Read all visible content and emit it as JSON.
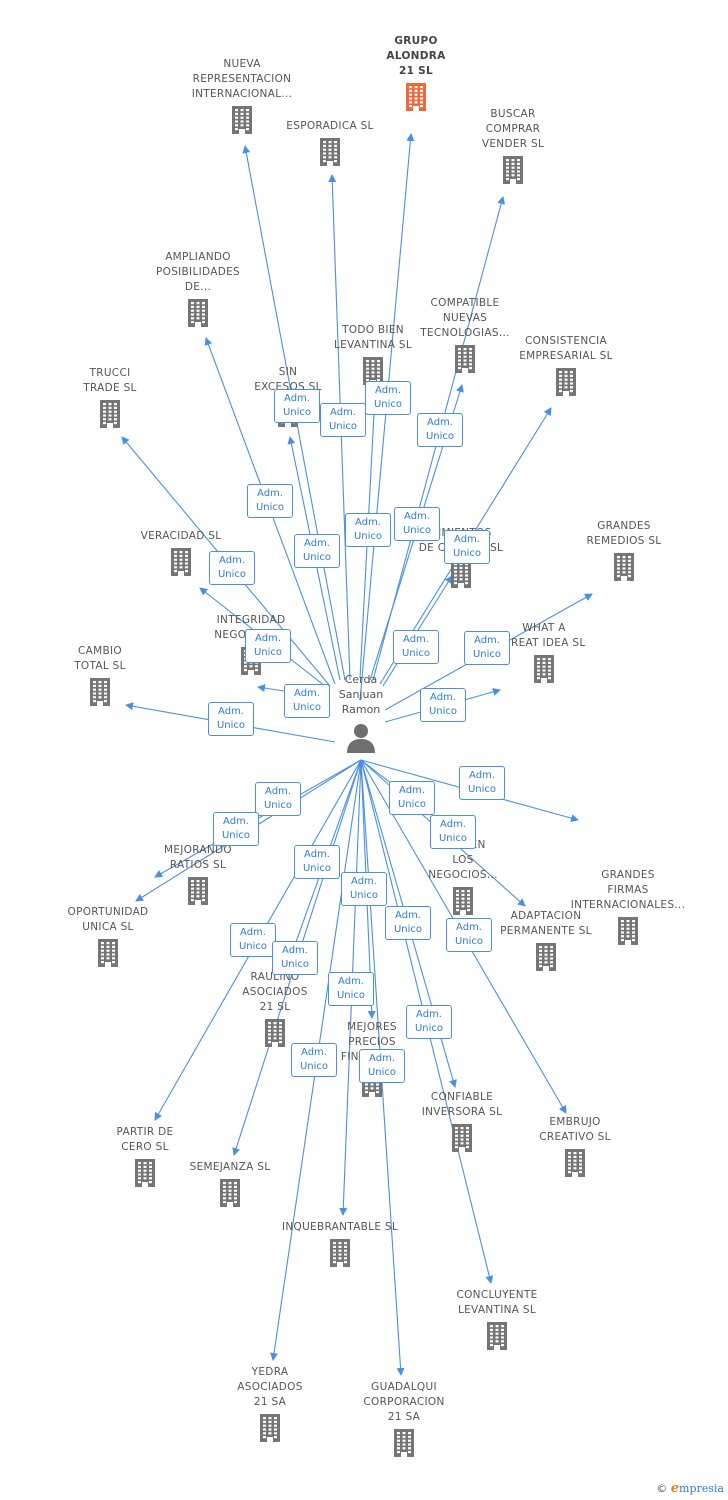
{
  "person": {
    "name_lines": [
      "Cerda",
      "Sanjuan",
      "Ramon"
    ],
    "icon": "person-icon"
  },
  "role_label": [
    "Adm.",
    "Unico"
  ],
  "colors": {
    "edge": "#4a90e2",
    "building": "#757575",
    "main_building": "#f26739"
  },
  "companies": [
    {
      "id": "grupo-alondra",
      "lines": [
        "GRUPO",
        "ALONDRA",
        "21 SL"
      ],
      "main": true
    },
    {
      "id": "nueva-representacion",
      "lines": [
        "NUEVA",
        "REPRESENTACION",
        "INTERNACIONAL..."
      ]
    },
    {
      "id": "esporadica",
      "lines": [
        "ESPORADICA SL"
      ]
    },
    {
      "id": "buscar-comprar",
      "lines": [
        "BUSCAR",
        "COMPRAR",
        "VENDER SL"
      ]
    },
    {
      "id": "ampliando",
      "lines": [
        "AMPLIANDO",
        "POSIBILIDADES",
        "DE..."
      ]
    },
    {
      "id": "todo-bien",
      "lines": [
        "TODO BIEN",
        "LEVANTINA SL"
      ]
    },
    {
      "id": "compatible",
      "lines": [
        "COMPATIBLE",
        "NUEVAS",
        "TECNOLOGIAS..."
      ]
    },
    {
      "id": "consistencia",
      "lines": [
        "CONSISTENCIA",
        "EMPRESARIAL SL"
      ]
    },
    {
      "id": "trucci",
      "lines": [
        "TRUCCI",
        "TRADE SL"
      ]
    },
    {
      "id": "sin-excesos",
      "lines": [
        "SIN",
        "EXCESOS SL"
      ]
    },
    {
      "id": "veracidad",
      "lines": [
        "VERACIDAD SL"
      ]
    },
    {
      "id": "cimientos",
      "lines": [
        "CIMIENTOS",
        "DE CALIDAD SL"
      ]
    },
    {
      "id": "grandes-remedios",
      "lines": [
        "GRANDES",
        "REMEDIOS SL"
      ]
    },
    {
      "id": "integridad",
      "lines": [
        "INTEGRIDAD",
        "NEGOCIAL SL"
      ]
    },
    {
      "id": "what-a-great",
      "lines": [
        "WHAT A",
        "GREAT IDEA SL"
      ]
    },
    {
      "id": "cambio-total",
      "lines": [
        "CAMBIO",
        "TOTAL SL"
      ]
    },
    {
      "id": "grandes-firmas",
      "lines": [
        "GRANDES",
        "FIRMAS",
        "INTERNACIONALES..."
      ]
    },
    {
      "id": "mejorando",
      "lines": [
        "MEJORANDO",
        "RATIOS SL"
      ]
    },
    {
      "id": "vida-en-los",
      "lines": [
        "VIDA EN",
        "LOS",
        "NEGOCIOS..."
      ]
    },
    {
      "id": "oportunidad",
      "lines": [
        "OPORTUNIDAD",
        "UNICA SL"
      ]
    },
    {
      "id": "adaptacion",
      "lines": [
        "ADAPTACION",
        "PERMANENTE SL"
      ]
    },
    {
      "id": "raulino",
      "lines": [
        "RAULINO",
        "ASOCIADOS",
        "21 SL"
      ]
    },
    {
      "id": "mejores-precios",
      "lines": [
        "MEJORES",
        "PRECIOS",
        "FINALES SL"
      ]
    },
    {
      "id": "confiable",
      "lines": [
        "CONFIABLE",
        "INVERSORA SL"
      ]
    },
    {
      "id": "embrujo",
      "lines": [
        "EMBRUJO",
        "CREATIVO SL"
      ]
    },
    {
      "id": "partir-de-cero",
      "lines": [
        "PARTIR DE",
        "CERO SL"
      ]
    },
    {
      "id": "semejanza",
      "lines": [
        "SEMEJANZA SL"
      ]
    },
    {
      "id": "inquebrantable",
      "lines": [
        "INQUEBRANTABLE SL"
      ]
    },
    {
      "id": "concluyente",
      "lines": [
        "CONCLUYENTE",
        "LEVANTINA SL"
      ]
    },
    {
      "id": "yedra",
      "lines": [
        "YEDRA",
        "ASOCIADOS",
        "21 SA"
      ]
    },
    {
      "id": "guadalqui",
      "lines": [
        "GUADALQUI",
        "CORPORACION",
        "21 SA"
      ]
    }
  ],
  "footer": {
    "copyright": "©",
    "brand_initial": "e",
    "brand_rest": "mpresia"
  }
}
